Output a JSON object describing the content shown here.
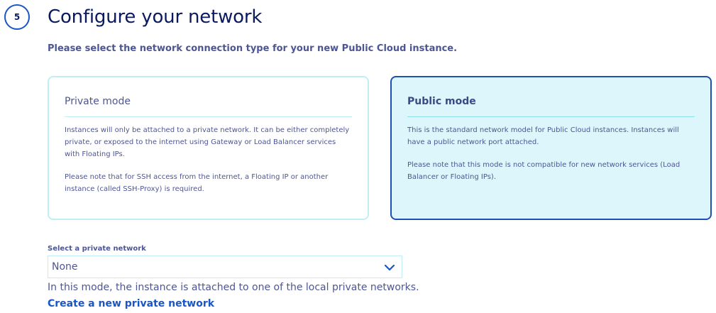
{
  "step": {
    "number": "5",
    "title": "Configure your network",
    "subtitle": "Please select the network connection type for your new Public Cloud instance."
  },
  "modes": [
    {
      "title": "Private mode",
      "selected": false,
      "paragraphs": [
        "Instances will only be attached to a private network. It can be either completely private, or exposed to the internet using Gateway or Load Balancer services with Floating IPs.",
        "Please note that for SSH access from the internet, a Floating IP or another instance (called SSH-Proxy) is required."
      ]
    },
    {
      "title": "Public mode",
      "selected": true,
      "paragraphs": [
        "This is the standard network model for Public Cloud instances. Instances will have a public network port attached.",
        "Please note that this mode is not compatible for new network services (Load Balancer or Floating IPs)."
      ]
    }
  ],
  "private_network": {
    "label": "Select a private network",
    "selected_value": "None",
    "help_text": "In this mode, the instance is attached to one of the local private networks.",
    "create_link": "Create a new private network",
    "chevron_icon": "chevron-down-icon"
  },
  "colors": {
    "accent": "#1a56c4",
    "title": "#0a1a5c",
    "text": "#4d5693",
    "selected_card_bg": "#dcf6fb",
    "selected_card_border": "#1f4fb0",
    "card_border": "#bfeff5"
  }
}
